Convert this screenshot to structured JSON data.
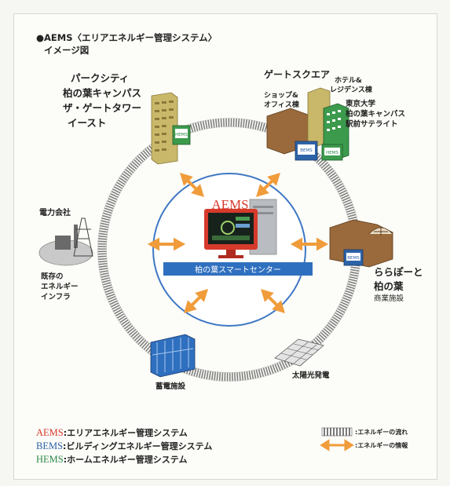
{
  "title": {
    "line1": "●AEMS〈エリアエネルギー管理システム〉",
    "line2": "イメージ図"
  },
  "center": {
    "label": "AEMS",
    "bar_text": "柏の葉スマートセンター"
  },
  "buildings": {
    "park_city": {
      "lines": [
        "パークシティ",
        "柏の葉キャンパス",
        "ザ・ゲートタワー",
        "イースト"
      ],
      "tag": "HEMS"
    },
    "gate_square": {
      "title": "ゲートスクエア"
    },
    "shop_office": {
      "lines": [
        "ショップ&",
        "オフィス棟"
      ]
    },
    "hotel": {
      "lines": [
        "ホテル&",
        "レジデンス棟"
      ]
    },
    "utokyo": {
      "lines": [
        "東京大学",
        "柏の葉キャンパス",
        "駅前サテライト"
      ]
    },
    "gate_tags": [
      "BEMS",
      "HEMS"
    ],
    "lalaport": {
      "lines": [
        "ららぽーと",
        "柏の葉"
      ],
      "sub": "商業施設",
      "tag": "BEMS"
    },
    "power": {
      "title": "電力会社",
      "lines": [
        "既存の",
        "エネルギー",
        "インフラ"
      ]
    },
    "storage": {
      "label": "蓄電施設"
    },
    "solar": {
      "label": "太陽光発電"
    }
  },
  "legend": {
    "items": [
      {
        "abbr": "AEMS",
        "desc": ":エリアエネルギー管理システム",
        "color": "#d63a2b"
      },
      {
        "abbr": "BEMS",
        "desc": ":ビルディングエネルギー管理システム",
        "color": "#2d63a8"
      },
      {
        "abbr": "HEMS",
        "desc": ":ホームエネルギー管理システム",
        "color": "#2e8a4a"
      }
    ],
    "flow_label": ":エネルギーの流れ",
    "info_label": ":エネルギーの情報"
  },
  "colors": {
    "arrow": "#f09c3a",
    "circle": "#3f78c4",
    "bar": "#2f6fbf",
    "rail": "#8a8a8a"
  }
}
